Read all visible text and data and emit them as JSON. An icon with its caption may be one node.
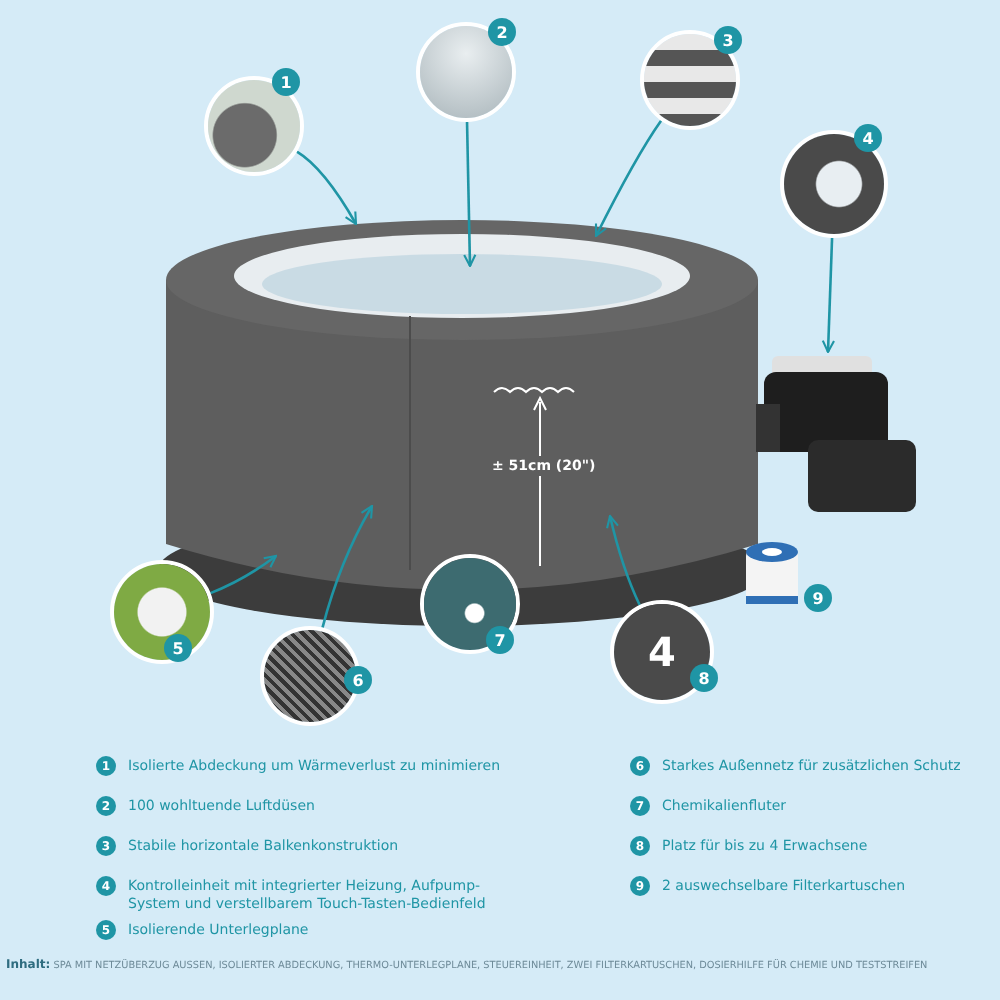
{
  "diagram": {
    "nodes": [
      {
        "text": [
          "1"
        ]
      },
      {
        "text": [
          "2"
        ]
      },
      {
        "text": [
          "3"
        ]
      },
      {
        "text": [
          "4"
        ]
      },
      {
        "text": [
          "5"
        ]
      },
      {
        "text": [
          "6"
        ]
      },
      {
        "text": [
          "7"
        ]
      },
      {
        "text": [
          "4",
          "8"
        ]
      },
      {
        "text": [
          "9"
        ]
      },
      {
        "text": [],
        "shape": "picture"
      }
    ],
    "edges": [
      {
        "from": 0,
        "to": null,
        "arrow": "to"
      },
      {
        "from": 1,
        "to": null,
        "arrow": "to"
      },
      {
        "from": 2,
        "to": null,
        "arrow": "to"
      },
      {
        "from": 3,
        "to": 9,
        "arrow": "to"
      },
      {
        "from": 4,
        "to": null,
        "arrow": "to"
      },
      {
        "from": 5,
        "to": null,
        "arrow": "to"
      },
      {
        "from": 7,
        "to": null,
        "arrow": "to"
      }
    ],
    "labels": [
      "1",
      "Isolierte Abdeckung um Wärmeverlust zu minimieren",
      "2",
      "100 wohltuende Luftdüsen",
      "3",
      "Stabile horizontale Balkenkonstruktion",
      "4",
      "Kontrolleinheit mit integrierter Heizung, Aufpump-System und verstellbarem Touch-Tasten-Bedienfeld",
      "5",
      "Isolierende Unterlegplane",
      "6",
      "Starkes Außennetz für zusätzlichen Schutz",
      "7",
      "Chemikalienfluter",
      "8",
      "Platz für bis zu 4 Erwachsene",
      "9",
      "2 auswechselbare Filterkartuschen",
      "± 51cm (20\")",
      "**Inhalt:** SPA MIT NETZÜBERZUG AUSSEN, ISOLIERTER ABDECKUNG, THERMO-UNTERLEGPLANE, STEUEREINHEIT, ZWEI FILTERKARTUSCHEN, DOSIERHILFE FÜR CHEMIE UND TESTSTREIFEN"
    ]
  }
}
